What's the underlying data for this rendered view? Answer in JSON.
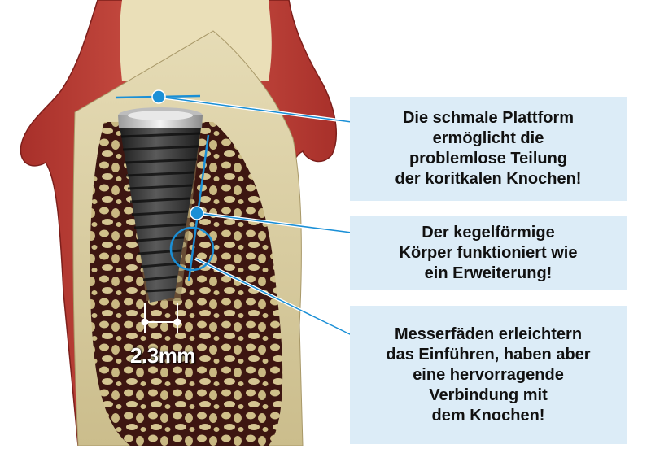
{
  "colors": {
    "gum": "#c6453a",
    "gum_dark": "#8e2420",
    "bone_cortical": "#d6ca9e",
    "bone_cancellous_bg": "#3b1510",
    "bone_pore": "#d2c28c",
    "implant_dark": "#2b2b2b",
    "implant_collar": "#d8d8d8",
    "accent_blue": "#1a8fd6",
    "callout_bg": "#dcecf7"
  },
  "dimension": {
    "label": "2.3mm"
  },
  "callouts": [
    {
      "id": "narrow-platform",
      "lines": [
        "Die schmale Plattform",
        "ermöglicht die",
        "problemlose Teilung",
        "der koritkalen Knochen!"
      ]
    },
    {
      "id": "tapered-body",
      "lines": [
        "Der kegelförmige",
        "Körper funktioniert wie",
        "ein Erweiterung!"
      ]
    },
    {
      "id": "knife-threads",
      "lines": [
        "Messerfäden erleichtern",
        "das Einführen, haben aber",
        "eine hervorragende",
        "Verbindung mit",
        "dem Knochen!"
      ]
    }
  ]
}
